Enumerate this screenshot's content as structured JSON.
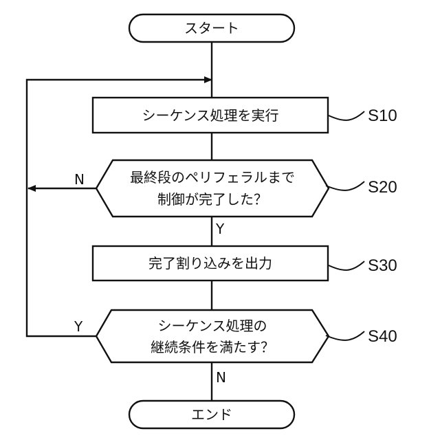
{
  "flowchart": {
    "start": "スタート",
    "end": "エンド",
    "s10": {
      "text": "シーケンス処理を実行",
      "label": "S10"
    },
    "s20": {
      "line1": "最終段のペリフェラルまで",
      "line2": "制御が完了した？",
      "label": "S20",
      "yes": "Y",
      "no": "N"
    },
    "s30": {
      "text": "完了割り込みを出力",
      "label": "S30"
    },
    "s40": {
      "line1": "シーケンス処理の",
      "line2": "継続条件を満たす？",
      "label": "S40",
      "yes": "Y",
      "no": "N"
    }
  }
}
